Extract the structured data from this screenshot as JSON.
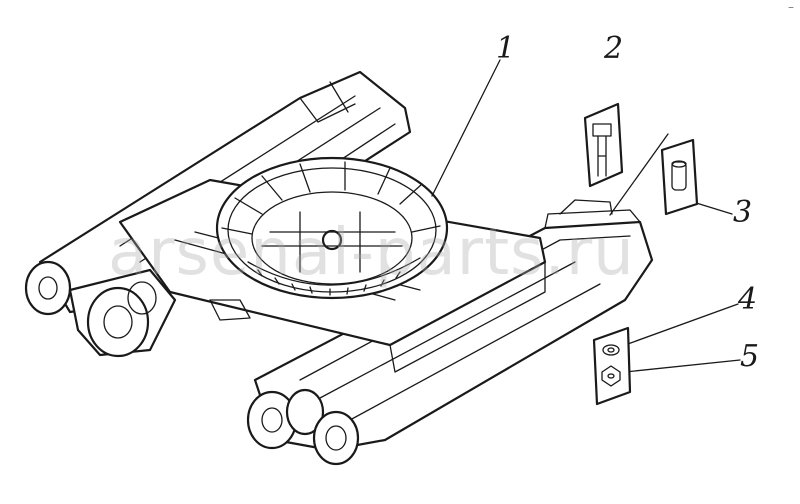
{
  "diagram": {
    "callouts": [
      {
        "id": "1",
        "label": "1"
      },
      {
        "id": "2",
        "label": "2"
      },
      {
        "id": "3",
        "label": "3"
      },
      {
        "id": "4",
        "label": "4"
      },
      {
        "id": "5",
        "label": "5"
      }
    ],
    "watermark": "arsenal-parts.ru",
    "corner_mark": "–"
  },
  "colors": {
    "ink": "#1a1a1a",
    "background": "#ffffff",
    "watermark": "#aaaaaa"
  }
}
